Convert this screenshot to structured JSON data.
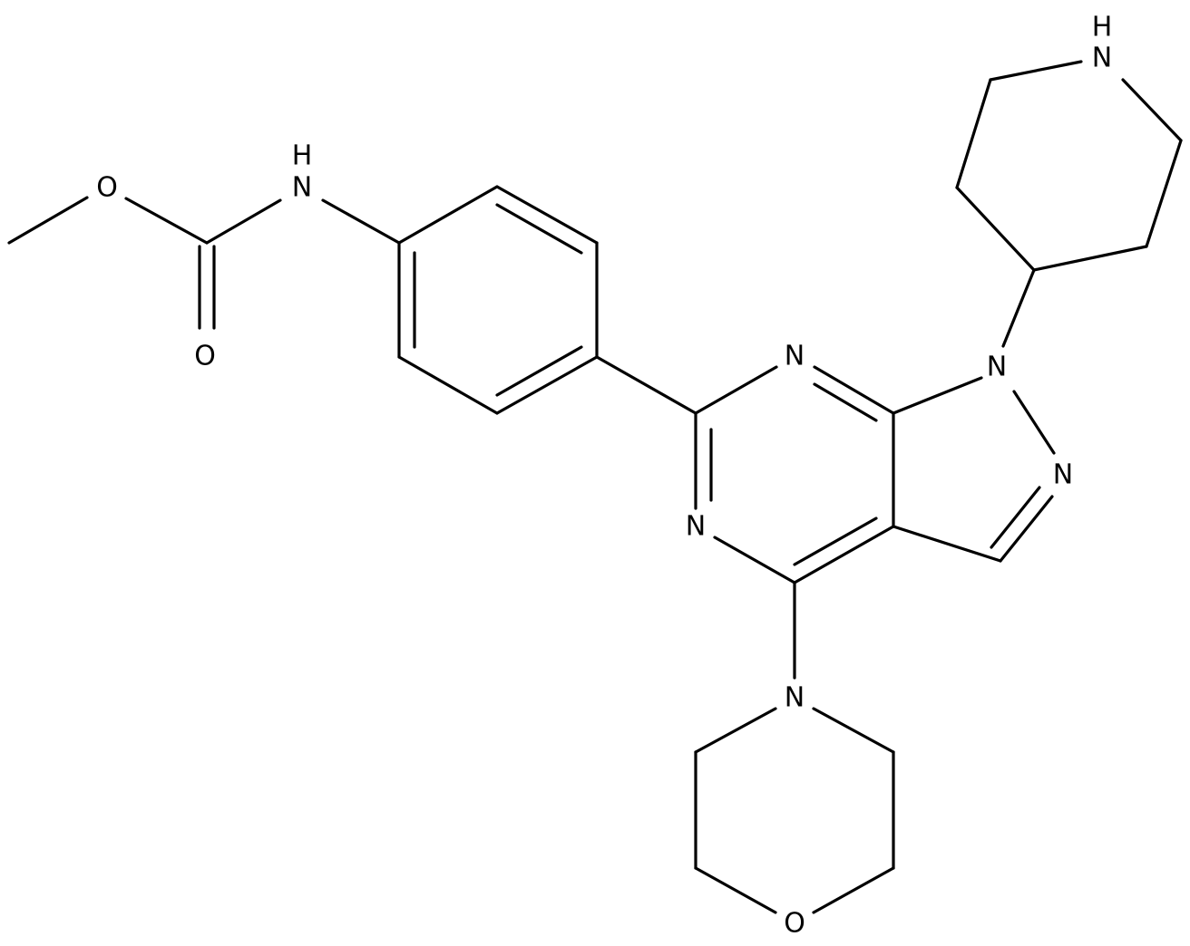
{
  "molecule": {
    "atoms": {
      "nh_carbamate_n": "N",
      "nh_carbamate_h": "H",
      "ester_o": "O",
      "carbonyl_o": "O",
      "pyrimidine_n_top": "N",
      "pyrimidine_n_left": "N",
      "pyrazole_n1": "N",
      "pyrazole_n2": "N",
      "morpholine_n": "N",
      "morpholine_o": "O",
      "piperidine_nh": "N",
      "piperidine_h": "H"
    }
  }
}
